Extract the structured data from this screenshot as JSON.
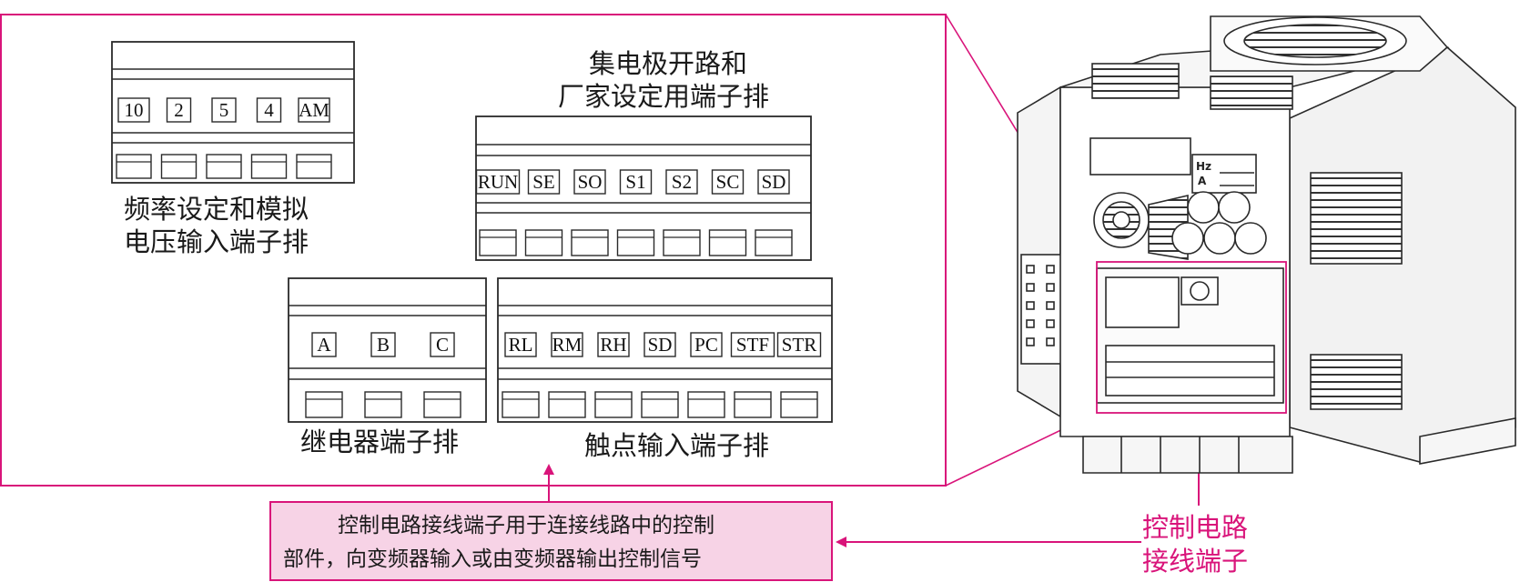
{
  "blocks": {
    "freq": {
      "terminals": [
        "10",
        "2",
        "5",
        "4",
        "AM"
      ],
      "caption_line1": "频率设定和模拟",
      "caption_line2": "电压输入端子排"
    },
    "collector": {
      "title_line1": "集电极开路和",
      "title_line2": "厂家设定用端子排",
      "terminals": [
        "RUN",
        "SE",
        "SO",
        "S1",
        "S2",
        "SC",
        "SD"
      ]
    },
    "relay": {
      "terminals": [
        "A",
        "B",
        "C"
      ],
      "caption": "继电器端子排"
    },
    "contact": {
      "terminals": [
        "RL",
        "RM",
        "RH",
        "SD",
        "PC",
        "STF",
        "STR"
      ],
      "caption": "触点输入端子排"
    }
  },
  "callout": {
    "line1": "控制电路接线端子用于连接线路中的控制",
    "line2": "部件，向变频器输入或由变频器输出控制信号"
  },
  "device_label": {
    "line1": "控制电路",
    "line2": "接线端子"
  },
  "device_panel": {
    "hz": "Hz",
    "a": "A"
  },
  "colors": {
    "accent": "#d9147a",
    "callout_fill": "#f7d3e6",
    "line": "#2a2a2a"
  }
}
